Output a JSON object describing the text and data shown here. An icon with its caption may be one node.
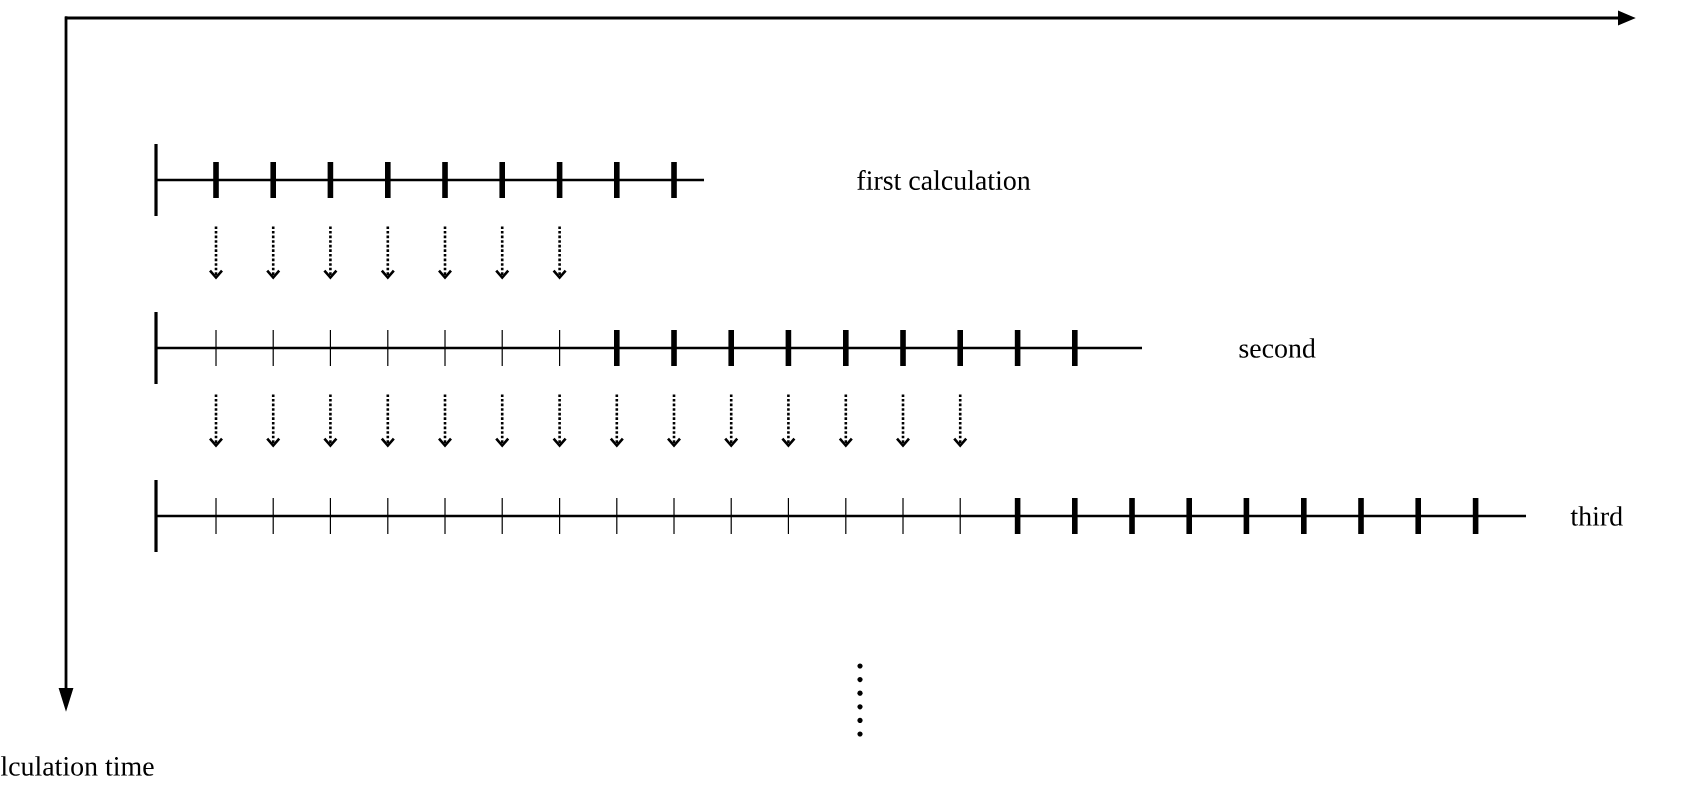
{
  "diagram": {
    "nodes": [
      {
        "text": [],
        "shape": "bar"
      },
      {
        "text": [],
        "shape": "bar"
      },
      {
        "text": [],
        "shape": "bar"
      }
    ],
    "edges": [
      {
        "from": 0,
        "to": 1,
        "arrow": "to",
        "style": "dashed"
      },
      {
        "from": 0,
        "to": 1,
        "arrow": "to",
        "style": "dashed"
      },
      {
        "from": 0,
        "to": 1,
        "arrow": "to",
        "style": "dashed"
      },
      {
        "from": 0,
        "to": 1,
        "arrow": "to",
        "style": "dashed"
      },
      {
        "from": 0,
        "to": 1,
        "arrow": "to",
        "style": "dashed"
      },
      {
        "from": 0,
        "to": 1,
        "arrow": "to",
        "style": "dashed"
      },
      {
        "from": 0,
        "to": 1,
        "arrow": "to",
        "style": "dashed"
      },
      {
        "from": 1,
        "to": 2,
        "arrow": "to",
        "style": "dashed"
      },
      {
        "from": 1,
        "to": 2,
        "arrow": "to",
        "style": "dashed"
      },
      {
        "from": 1,
        "to": 2,
        "arrow": "to",
        "style": "dashed"
      },
      {
        "from": 1,
        "to": 2,
        "arrow": "to",
        "style": "dashed"
      },
      {
        "from": 1,
        "to": 2,
        "arrow": "to",
        "style": "dashed"
      },
      {
        "from": 1,
        "to": 2,
        "arrow": "to",
        "style": "dashed"
      },
      {
        "from": 1,
        "to": 2,
        "arrow": "to",
        "style": "dashed"
      },
      {
        "from": 1,
        "to": 2,
        "arrow": "to",
        "style": "dashed"
      },
      {
        "from": 1,
        "to": 2,
        "arrow": "to",
        "style": "dashed"
      },
      {
        "from": 1,
        "to": 2,
        "arrow": "to",
        "style": "dashed"
      },
      {
        "from": 1,
        "to": 2,
        "arrow": "to",
        "style": "dashed"
      },
      {
        "from": 1,
        "to": 2,
        "arrow": "to",
        "style": "dashed"
      },
      {
        "from": 1,
        "to": 2,
        "arrow": "to",
        "style": "dashed"
      },
      {
        "from": 1,
        "to": 2,
        "arrow": "to",
        "style": "dashed"
      }
    ],
    "labels": [
      "first calculation",
      "second",
      "third",
      "lculation time"
    ]
  }
}
